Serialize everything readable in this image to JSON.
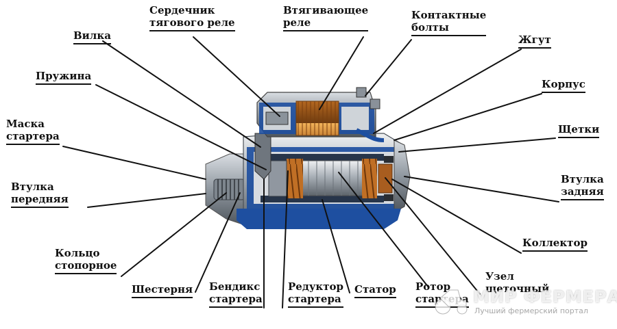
{
  "labels": {
    "serdechnik": [
      "Сердечник",
      "тягового реле"
    ],
    "vtyag": [
      "Втягивающее",
      "реле"
    ],
    "kontakt": [
      "Контактные",
      "болты"
    ],
    "vilka": [
      "Вилка"
    ],
    "zhgut": [
      "Жгут"
    ],
    "pruzhina": [
      "Пружина"
    ],
    "korpus": [
      "Корпус"
    ],
    "maska": [
      "Маска",
      "стартера"
    ],
    "shchetki": [
      "Щетки"
    ],
    "vtulka_per": [
      "Втулка",
      "передняя"
    ],
    "vtulka_zad": [
      "Втулка",
      "задняя"
    ],
    "kolco": [
      "Кольцо",
      "стопорное"
    ],
    "kollektor": [
      "Коллектор"
    ],
    "shesternya": [
      "Шестерня"
    ],
    "bendiks": [
      "Бендикс",
      "стартера"
    ],
    "reduktor": [
      "Редуктор",
      "стартера"
    ],
    "stator": [
      "Статор"
    ],
    "rotor": [
      "Ротор",
      "стартера"
    ],
    "uzel": [
      "Узел",
      "щеточный"
    ]
  },
  "watermark": {
    "title": "МИР ФЕРМЕРА",
    "subtitle": "Лучший фермерский портал"
  },
  "colors": {
    "blue": "#1e4fa0",
    "copper": "#c8782a",
    "steel": "#9aa3ad",
    "dark": "#3a3f46"
  }
}
